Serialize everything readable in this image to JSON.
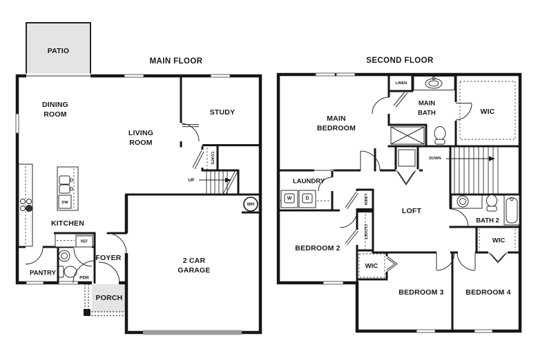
{
  "colors": {
    "wall": "#161616",
    "patio_fill": "#e4e4e4",
    "porch_fill": "#e4e4e4",
    "garage_door": "#9b9b9b",
    "ref_accent": "#9b9b9b",
    "background": "#ffffff"
  },
  "main_floor": {
    "title": "MAIN FLOOR",
    "labels": {
      "patio": "PATIO",
      "dining_1": "DINING",
      "dining_2": "ROOM",
      "living_1": "LIVING",
      "living_2": "ROOM",
      "study": "STUDY",
      "coats": "COATS",
      "up": "UP",
      "wh": "WH",
      "kitchen": "KITCHEN",
      "dw": "DW",
      "ref": "REF",
      "pantry": "PANTRY",
      "pdr": "PDR",
      "foyer": "FOYER",
      "porch": "PORCH",
      "garage_1": "2 CAR",
      "garage_2": "GARAGE"
    }
  },
  "second_floor": {
    "title": "SECOND FLOOR",
    "labels": {
      "main_bedroom_1": "MAIN",
      "main_bedroom_2": "BEDROOM",
      "linen_bath": "LINEN",
      "main_bath_1": "MAIN",
      "main_bath_2": "BATH",
      "wic_main": "WIC",
      "down": "DOWN",
      "laundry": "LAUNDRY",
      "washer": "W",
      "dryer": "D",
      "linen_hall": "LINEN",
      "closet": "CLOSET",
      "loft": "LOFT",
      "bath2": "BATH 2",
      "wic_bed4": "WIC",
      "bedroom2": "BEDROOM 2",
      "wic_bed3": "WIC",
      "bedroom3": "BEDROOM 3",
      "bedroom4": "BEDROOM 4"
    }
  }
}
